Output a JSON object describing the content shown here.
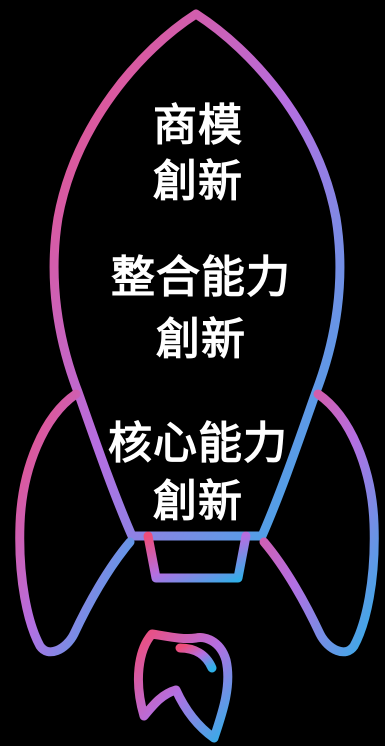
{
  "diagram": {
    "sections": [
      {
        "line1": "商模",
        "line2": "創新"
      },
      {
        "line1": "整合能力",
        "line2": "創新"
      },
      {
        "line1": "核心能力",
        "line2": "創新"
      }
    ]
  },
  "colors": {
    "background": "#000000",
    "gradient_start": "#ee4d7a",
    "gradient_mid": "#b46fe2",
    "gradient_end": "#2fb0e8",
    "text": "#ffffff"
  }
}
